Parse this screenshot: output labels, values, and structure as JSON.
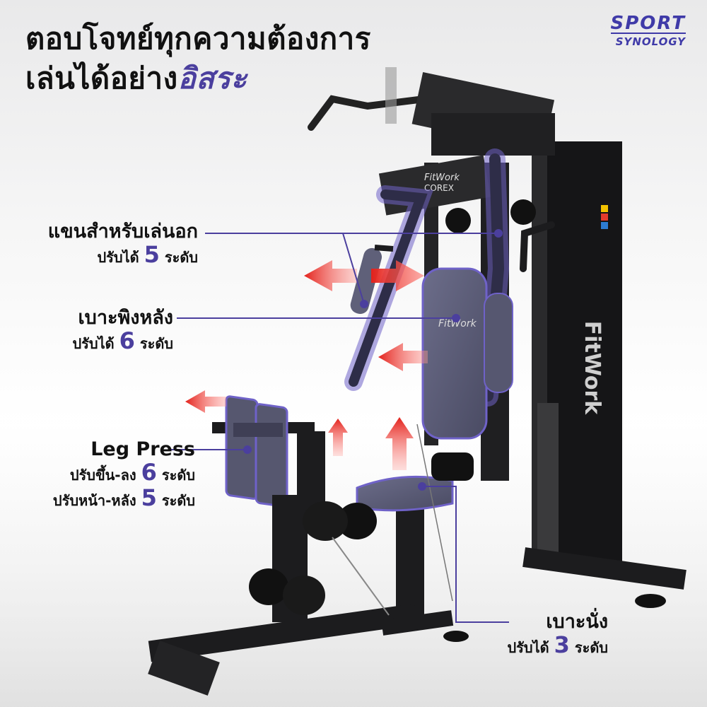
{
  "headline": {
    "line1": "ตอบโจทย์ทุกความต้องการ",
    "line2_prefix": "เล่นได้อย่าง",
    "line2_emphasis": "อิสระ"
  },
  "brand": {
    "line1": "SPORT",
    "line2": "SYNOLOGY"
  },
  "machine": {
    "brand_text": "FitWork",
    "model_text": "COREX"
  },
  "callouts": [
    {
      "title": "แขนสำหรับเล่นอก",
      "lines": [
        {
          "prefix": "ปรับได้",
          "num": "5",
          "suffix": "ระดับ"
        }
      ]
    },
    {
      "title": "เบาะพิงหลัง",
      "lines": [
        {
          "prefix": "ปรับได้",
          "num": "6",
          "suffix": "ระดับ"
        }
      ]
    },
    {
      "title": "Leg Press",
      "lines": [
        {
          "prefix": "ปรับขึ้น-ลง",
          "num": "6",
          "suffix": "ระดับ"
        },
        {
          "prefix": "ปรับหน้า-หลัง",
          "num": "5",
          "suffix": "ระดับ"
        }
      ]
    },
    {
      "title": "เบาะนั่ง",
      "lines": [
        {
          "prefix": "ปรับได้",
          "num": "3",
          "suffix": "ระดับ"
        }
      ]
    }
  ],
  "colors": {
    "accent": "#4b3f9e",
    "highlight": "#6f62c8",
    "arrow": "#e3221c",
    "frame": "#1c1c1e",
    "pad": "#5c5d79"
  }
}
